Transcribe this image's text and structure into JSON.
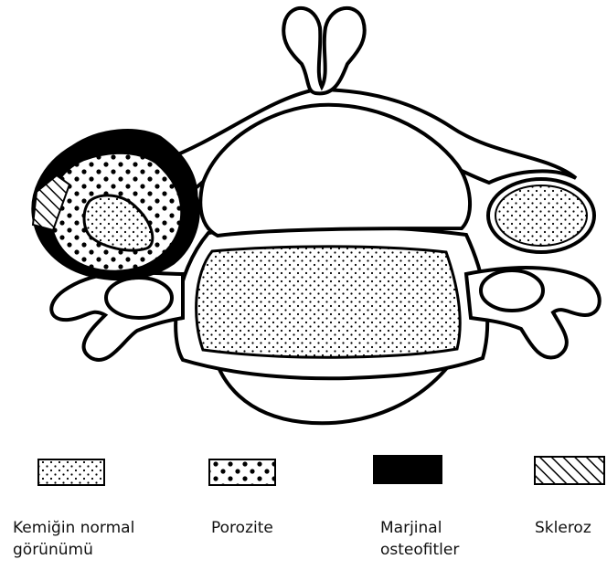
{
  "legend": [
    {
      "id": "normal",
      "label": "Kemiğin normal\ngörünümü",
      "pattern": "fine-dots"
    },
    {
      "id": "porosity",
      "label": "Porozite",
      "pattern": "coarse-dots"
    },
    {
      "id": "osteophyte",
      "label": "Marjinal\nosteofitler",
      "pattern": "solid-black"
    },
    {
      "id": "sclerosis",
      "label": "Skleroz",
      "pattern": "diagonal-hatch"
    }
  ],
  "colors": {
    "ink": "#000000",
    "paper": "#ffffff"
  }
}
